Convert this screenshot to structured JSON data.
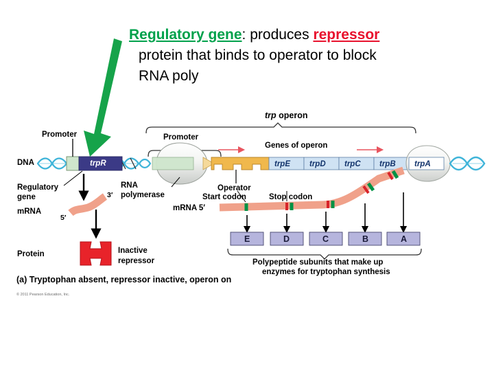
{
  "slide": {
    "title_lines": [
      {
        "parts": [
          {
            "text": "Regulatory gene",
            "style": "green"
          },
          {
            "text": ": produces ",
            "style": "plain"
          },
          {
            "text": "repressor",
            "style": "red"
          }
        ]
      },
      {
        "parts": [
          {
            "text": "protein that binds to operator to block",
            "style": "plain"
          }
        ]
      },
      {
        "parts": [
          {
            "text": "RNA poly",
            "style": "plain"
          }
        ]
      }
    ],
    "title_line1_a": "Regulatory gene",
    "title_line1_b": ": produces ",
    "title_line1_c": "repressor",
    "title_line2": "protein that binds to operator to block",
    "title_line3": "RNA poly",
    "accent_green": "#00a14b",
    "accent_red": "#e8112d",
    "pointer_arrow_color": "#16a34a"
  },
  "figure": {
    "caption": "(a) Tryptophan absent, repressor inactive, operon on",
    "copyright": "© 2011 Pearson Education, Inc.",
    "brackets": {
      "operon_label": "trp operon",
      "operon_label_italic": "trp",
      "operon_label_rest": " operon",
      "subunits_label_line1": "Polypeptide subunits that make up",
      "subunits_label_line2": "enzymes for tryptophan synthesis"
    },
    "left_panel": {
      "dna_label": "DNA",
      "promoter_label": "Promoter",
      "regulatory_gene_label_line1": "Regulatory",
      "regulatory_gene_label_line2": "gene",
      "gene_box_label": "trpR",
      "mrna_label": "mRNA",
      "mrna_three_prime": "3′",
      "mrna_five_prime": "5′",
      "protein_label": "Protein",
      "repressor_label_line1": "Inactive",
      "repressor_label_line2": "repressor",
      "repressor_color": "#e8232a",
      "gene_box_color": "#3b3a86",
      "promoter_box_color": "#cfe6cd",
      "dna_helix_color": "#3fb4d9"
    },
    "right_panel": {
      "promoter_label": "Promoter",
      "operator_label": "Operator",
      "genes_of_operon_label": "Genes of operon",
      "rna_polymerase_label_line1": "RNA",
      "rna_polymerase_label_line2": "polymerase",
      "start_codon_label": "Start codon",
      "stop_codon_label": "Stop codon",
      "mrna_label": "mRNA 5′",
      "operator_color": "#f0b84c",
      "gene_box_color": "#cfe2f3",
      "mrna_color": "#f0a18a",
      "start_codon_color": "#009245",
      "stop_codon_color": "#d8242a",
      "transcription_arrow_color": "#e8555f",
      "genes": [
        {
          "name": "trpE"
        },
        {
          "name": "trpD"
        },
        {
          "name": "trpC"
        },
        {
          "name": "trpB"
        },
        {
          "name": "trpA"
        }
      ],
      "subunits": [
        {
          "name": "E"
        },
        {
          "name": "D"
        },
        {
          "name": "C"
        },
        {
          "name": "B"
        },
        {
          "name": "A"
        }
      ],
      "subunit_box_color": "#b6b5dd"
    }
  }
}
